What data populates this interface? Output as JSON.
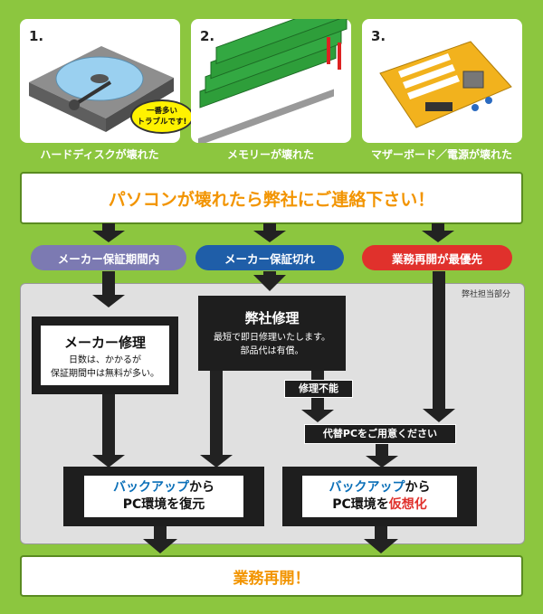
{
  "panels": [
    {
      "number": "1.",
      "caption": "ハードディスクが壊れた",
      "bubble_line1": "一番多い",
      "bubble_line2": "トラブルです!"
    },
    {
      "number": "2.",
      "caption": "メモリーが壊れた"
    },
    {
      "number": "3.",
      "caption": "マザーボード／電源が壊れた"
    }
  ],
  "headline": "パソコンが壊れたら弊社にご連絡下さい！",
  "options": [
    {
      "label": "メーカー保証期間内",
      "color": "#7c7ab2"
    },
    {
      "label": "メーカー保証切れ",
      "color": "#1f5ea8"
    },
    {
      "label": "業務再開が最優先",
      "color": "#e0312c"
    }
  ],
  "company_area_label": "弊社担当部分",
  "maker_repair": {
    "title": "メーカー修理",
    "line1": "日数は、かかるが",
    "line2": "保証期間中は無料が多い。"
  },
  "company_repair": {
    "title": "弊社修理",
    "line1": "最短で即日修理いたします。",
    "line2": "部品代は有償。"
  },
  "unrepairable": "修理不能",
  "substitute_pc": "代替PCをご用意ください",
  "restore_box": {
    "part1": "バックアップ",
    "part2": "から",
    "line2_part1": "PC環境を復元"
  },
  "virtualize_box": {
    "part1": "バックアップ",
    "part2": "から",
    "line2_part1": "PC環境を",
    "line2_part2": "仮想化"
  },
  "result": "業務再開！",
  "colors": {
    "background": "#8cc63f",
    "orange": "#f29400",
    "blue": "#0a6fb8",
    "red": "#e0312c",
    "dark": "#1e1e1e"
  }
}
